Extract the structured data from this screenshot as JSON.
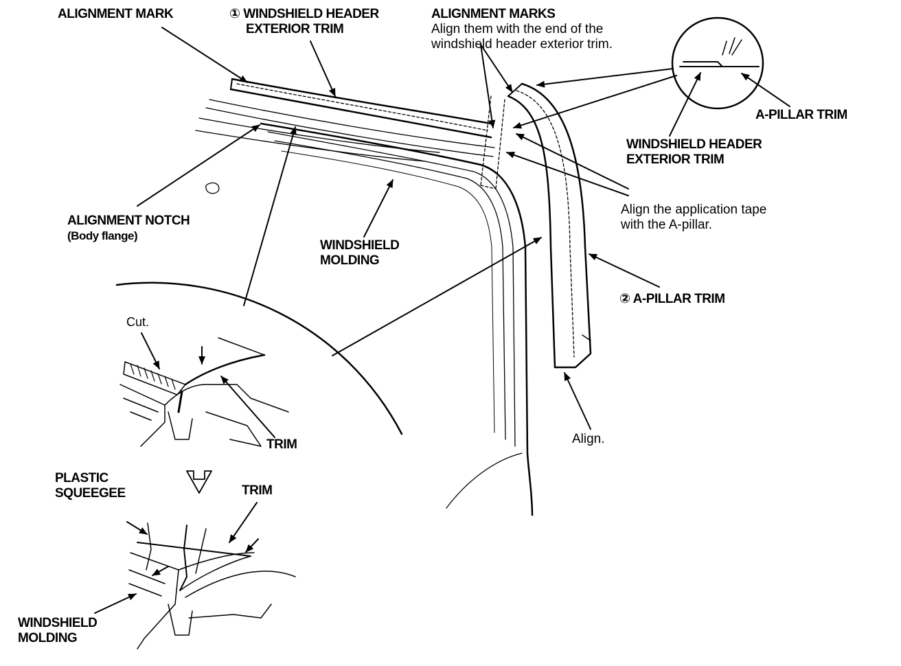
{
  "labels": {
    "alignment_mark": "ALIGNMENT MARK",
    "header_trim_l1": "① WINDSHIELD HEADER",
    "header_trim_l2": "EXTERIOR TRIM",
    "alignment_marks_title": "ALIGNMENT MARKS",
    "alignment_marks_note_l1": "Align them with the end of the",
    "alignment_marks_note_l2": "windshield header exterior trim.",
    "a_pillar_trim_inset": "A-PILLAR TRIM",
    "inset_header_l1": "WINDSHIELD HEADER",
    "inset_header_l2": "EXTERIOR TRIM",
    "tape_note_l1": "Align the application tape",
    "tape_note_l2": "with the A-pillar.",
    "notch_l1": "ALIGNMENT NOTCH",
    "notch_l2": "(Body flange)",
    "molding_l1": "WINDSHIELD",
    "molding_l2": "MOLDING",
    "a_pillar_trim_main": "② A-PILLAR TRIM",
    "cut": "Cut.",
    "trim_upper": "TRIM",
    "align": "Align.",
    "squeegee_l1": "PLASTIC",
    "squeegee_l2": "SQUEEGEE",
    "trim_lower": "TRIM",
    "molding_bottom_l1": "WINDSHIELD",
    "molding_bottom_l2": "MOLDING"
  }
}
